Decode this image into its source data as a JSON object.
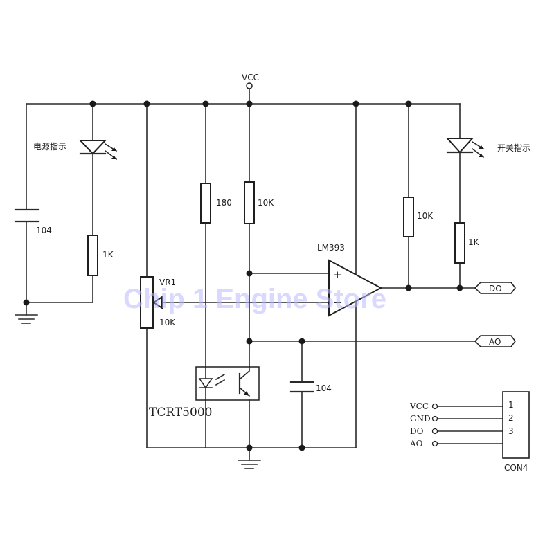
{
  "labels": {
    "vcc": "VCC",
    "power_led": "电源指示",
    "switch_led": "开关指示",
    "c1": "104",
    "r1": "1K",
    "r_180": "180",
    "r_10k_bias": "10K",
    "vr1_name": "VR1",
    "vr1_value": "10K",
    "opamp": "LM393",
    "plus": "+",
    "minus": "−",
    "r_10k_pullup": "10K",
    "r_1k_led": "1K",
    "do_net": "DO",
    "ao_net": "AO",
    "c2": "104",
    "sensor": "TCRT5000"
  },
  "connector": {
    "name": "CON4",
    "pins": [
      {
        "label": "VCC",
        "number": "1"
      },
      {
        "label": "GND",
        "number": "2"
      },
      {
        "label": "DO",
        "number": "3"
      },
      {
        "label": "AO",
        "number": ""
      }
    ]
  },
  "watermark": "Chip 1 Engine Store",
  "colors": {
    "ink": "#1f1f1f",
    "watermark": "#b9b9ff",
    "background": "#ffffff"
  }
}
